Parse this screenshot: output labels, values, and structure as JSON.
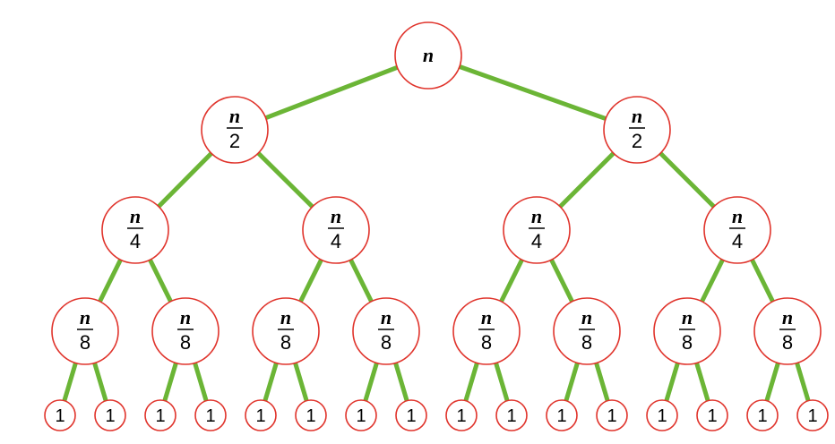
{
  "tree": {
    "levels": [
      {
        "numerator": "n",
        "denominator": ""
      },
      {
        "numerator": "n",
        "denominator": "2"
      },
      {
        "numerator": "n",
        "denominator": "4"
      },
      {
        "numerator": "n",
        "denominator": "8"
      },
      {
        "numerator": "1",
        "denominator": ""
      }
    ]
  },
  "colors": {
    "edge": "#6bb536",
    "node_border": "#e0342c",
    "node_fill": "#ffffff",
    "text": "#000000"
  }
}
